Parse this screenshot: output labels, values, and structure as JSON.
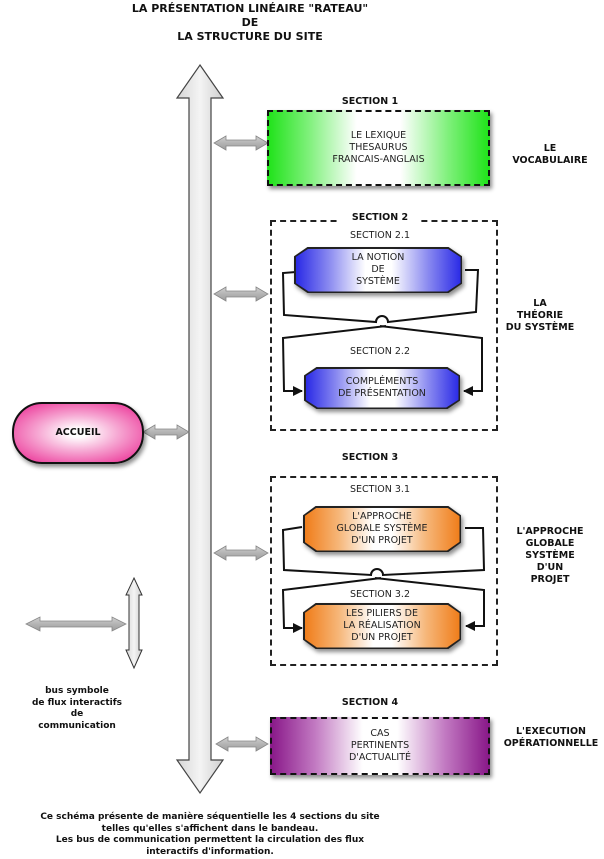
{
  "title": {
    "line1": "LA PRÉSENTATION LINÉAIRE \"RATEAU\"",
    "line2": "DE",
    "line3": "LA STRUCTURE DU SITE"
  },
  "accueil": {
    "label": "ACCUEIL",
    "color": "#ec3a9a"
  },
  "sections": [
    {
      "id": "1",
      "heading": "SECTION 1",
      "color": "#22e31c",
      "content": [
        "LE LEXIQUE",
        "THESAURUS",
        "FRANCAIS-ANGLAIS"
      ],
      "side_label": [
        "LE",
        "VOCABULAIRE"
      ]
    },
    {
      "id": "2",
      "heading": "SECTION  2",
      "color": "#2a2ae6",
      "subsections": [
        {
          "caption": "SECTION 2.1",
          "content": [
            "LA NOTION",
            "DE",
            "SYSTÈME"
          ]
        },
        {
          "caption": "SECTION  2.2",
          "content": [
            "COMPLÉMENTS",
            "DE PRÉSENTATION"
          ]
        }
      ],
      "side_label": [
        "LA",
        "THÉORIE",
        "DU SYSTÈME"
      ]
    },
    {
      "id": "3",
      "heading": "SECTION 3",
      "color": "#f07d1a",
      "subsections": [
        {
          "caption": "SECTION 3.1",
          "content": [
            "L'APPROCHE",
            "GLOBALE SYSTÈME",
            "D'UN PROJET"
          ]
        },
        {
          "caption": "SECTION 3.2",
          "content": [
            "LES PILIERS DE",
            "LA RÉALISATION",
            "D'UN PROJET"
          ]
        }
      ],
      "side_label": [
        "L'APPROCHE",
        "GLOBALE",
        "SYSTÈME",
        "D'UN",
        "PROJET"
      ]
    },
    {
      "id": "4",
      "heading": "SECTION 4",
      "color": "#8a1a8a",
      "content": [
        "CAS",
        "PERTINENTS",
        "D'ACTUALITÉ"
      ],
      "side_label": [
        "L'EXECUTION",
        "OPÉRATIONNELLE"
      ]
    }
  ],
  "legend": {
    "icon": "bus-arrows-icon",
    "text": [
      "bus symbole",
      "de flux interactifs",
      "de",
      "communication"
    ]
  },
  "footer": [
    "Ce schéma présente de manière séquentielle les 4 sections du site",
    "telles qu'elles s'affichent  dans le bandeau.",
    "Les bus de communication permettent la circulation des flux",
    "interactifs d'information."
  ]
}
